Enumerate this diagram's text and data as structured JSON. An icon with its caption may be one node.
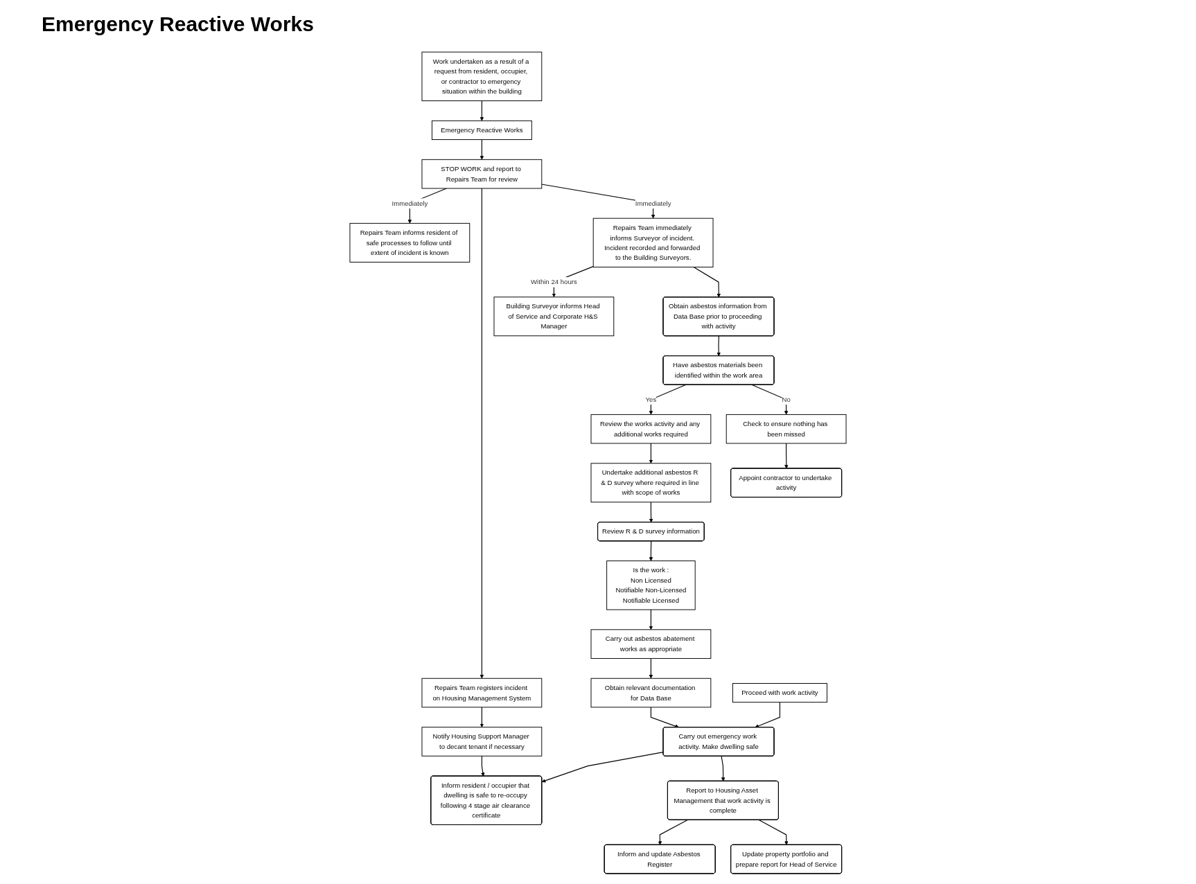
{
  "diagram": {
    "title": "Emergency Reactive Works",
    "nodes": [
      {
        "text": [
          "Emergency Reactive Works"
        ]
      },
      {
        "text": [
          "Work undertaken as a result of a request from resident, occupier, or contractor to emergency situation within the building"
        ]
      },
      {
        "text": [
          "STOP WORK and report to Repairs Team for review"
        ]
      },
      {
        "text": [
          "Repairs Team informs resident of safe processes to follow until extent of incident is known"
        ]
      },
      {
        "text": [
          "Repairs Team registers incident on Housing Management System"
        ]
      },
      {
        "text": [
          "Repairs Team immediately informs Surveyor of incident. Incident recorded and forwarded to the Building Surveyors."
        ]
      },
      {
        "text": [
          "Building Surveyor informs Head of Service and Corporate H&S Manager"
        ]
      },
      {
        "text": [
          "Notify Housing Support Manager to decant tenant if necessary"
        ]
      },
      {
        "text": [
          "Obtain asbestos information from Data Base prior to proceeding with activity"
        ]
      },
      {
        "text": [
          "Undertake additional asbestos R & D survey where required in line with scope of works"
        ]
      },
      {
        "text": [
          "Review the works activity and any additional works required"
        ]
      },
      {
        "text": [
          "Have asbestos materials been identified within the work area"
        ]
      },
      {
        "text": [
          "Check to ensure nothing has been missed"
        ]
      },
      {
        "text": [
          "Appoint contractor to undertake activity"
        ]
      },
      {
        "text": [
          "Review R & D survey information"
        ]
      },
      {
        "text": [
          "Is the work :",
          "Non Licensed",
          "Notifiable Non-Licensed",
          "Notifiable Licensed"
        ]
      },
      {
        "text": [
          "Inform resident / occupier that dwelling is safe to re-occupy following 4 stage air clearance certificate"
        ]
      },
      {
        "text": [
          "Carry out asbestos abatement works as appropriate"
        ]
      },
      {
        "text": [
          "Obtain relevant documentation for Data Base"
        ]
      },
      {
        "text": [
          "Carry out emergency work activity. Make dwelling safe"
        ]
      },
      {
        "text": [
          "Proceed with work activity"
        ]
      },
      {
        "text": [
          "Inform and update Asbestos Register"
        ]
      },
      {
        "text": [
          "Report to Housing Asset Management that work activity is complete"
        ]
      },
      {
        "text": [
          "Update property portfolio and prepare report for Head of Service"
        ]
      }
    ],
    "edges": [
      {
        "from": 1,
        "to": 0,
        "arrow": "to"
      },
      {
        "from": 0,
        "to": 2,
        "arrow": "to"
      },
      {
        "from": 2,
        "to": 3,
        "arrow": "to",
        "label": "Immediately"
      },
      {
        "from": 2,
        "to": 4,
        "arrow": "to"
      },
      {
        "from": 2,
        "to": 5,
        "arrow": "to",
        "label": "Immediately"
      },
      {
        "from": 5,
        "to": 6,
        "arrow": "to",
        "label": "Within 24 hours"
      },
      {
        "from": 4,
        "to": 7,
        "arrow": "to"
      },
      {
        "from": 5,
        "to": 8,
        "arrow": "to"
      },
      {
        "from": 8,
        "to": 11,
        "arrow": "to"
      },
      {
        "from": 11,
        "to": 10,
        "arrow": "to",
        "label": "Yes"
      },
      {
        "from": 10,
        "to": 9,
        "arrow": "to"
      },
      {
        "from": 11,
        "to": 12,
        "arrow": "to",
        "label": "No"
      },
      {
        "from": 12,
        "to": 13,
        "arrow": "to"
      },
      {
        "from": 9,
        "to": 14,
        "arrow": "to"
      },
      {
        "from": 14,
        "to": 15,
        "arrow": "to"
      },
      {
        "from": 15,
        "to": 17,
        "arrow": "to"
      },
      {
        "from": 17,
        "to": 18,
        "arrow": "to"
      },
      {
        "from": 18,
        "to": 19,
        "arrow": "to"
      },
      {
        "from": 19,
        "to": 16,
        "arrow": "to"
      },
      {
        "from": 20,
        "to": 19,
        "arrow": "to"
      },
      {
        "from": 7,
        "to": 16,
        "arrow": "to"
      },
      {
        "from": 19,
        "to": 22,
        "arrow": "to"
      },
      {
        "from": 22,
        "to": 21,
        "arrow": "to"
      },
      {
        "from": 22,
        "to": 23,
        "arrow": "to"
      }
    ]
  }
}
